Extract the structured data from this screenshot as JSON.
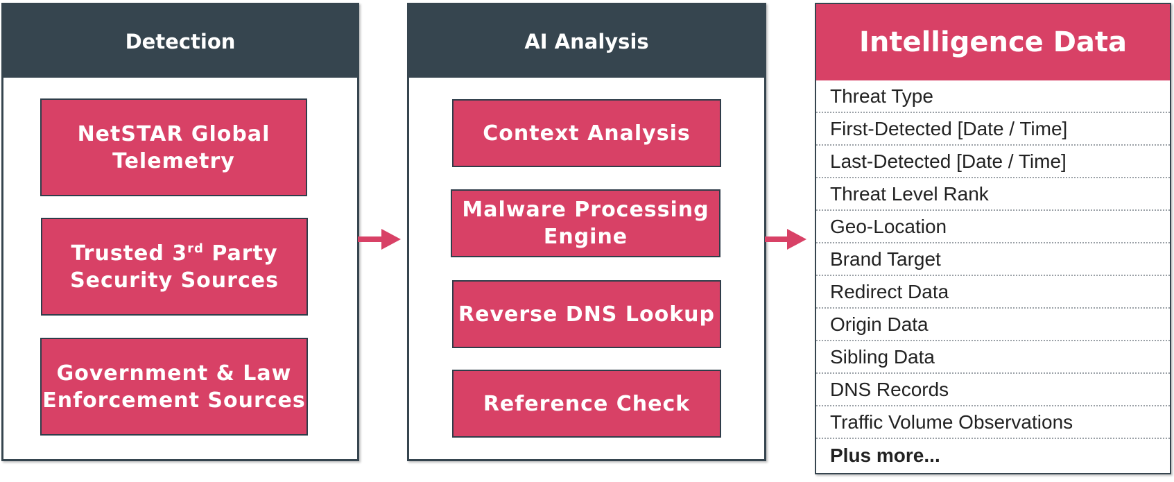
{
  "detection": {
    "title": "Detection",
    "boxes": [
      {
        "line1": "NetSTAR Global",
        "line2": "Telemetry"
      },
      {
        "line1a": "Trusted 3",
        "sup": "rd",
        "line1b": " Party",
        "line2": "Security Sources"
      },
      {
        "line1": "Government & Law",
        "line2": "Enforcement Sources"
      }
    ]
  },
  "analysis": {
    "title": "AI Analysis",
    "boxes": [
      {
        "line1": "Context Analysis"
      },
      {
        "line1": "Malware Processing",
        "line2": "Engine"
      },
      {
        "line1": "Reverse DNS Lookup"
      },
      {
        "line1": "Reference Check"
      }
    ]
  },
  "intel": {
    "title": "Intelligence Data",
    "items": [
      "Threat Type",
      "First-Detected [Date / Time]",
      "Last-Detected [Date / Time]",
      "Threat Level Rank",
      "Geo-Location",
      "Brand Target",
      "Redirect Data",
      "Origin Data",
      "Sibling Data",
      "DNS Records",
      "Traffic Volume Observations",
      "Plus more..."
    ]
  },
  "colors": {
    "header_dark": "#36454f",
    "accent": "#d84166"
  }
}
